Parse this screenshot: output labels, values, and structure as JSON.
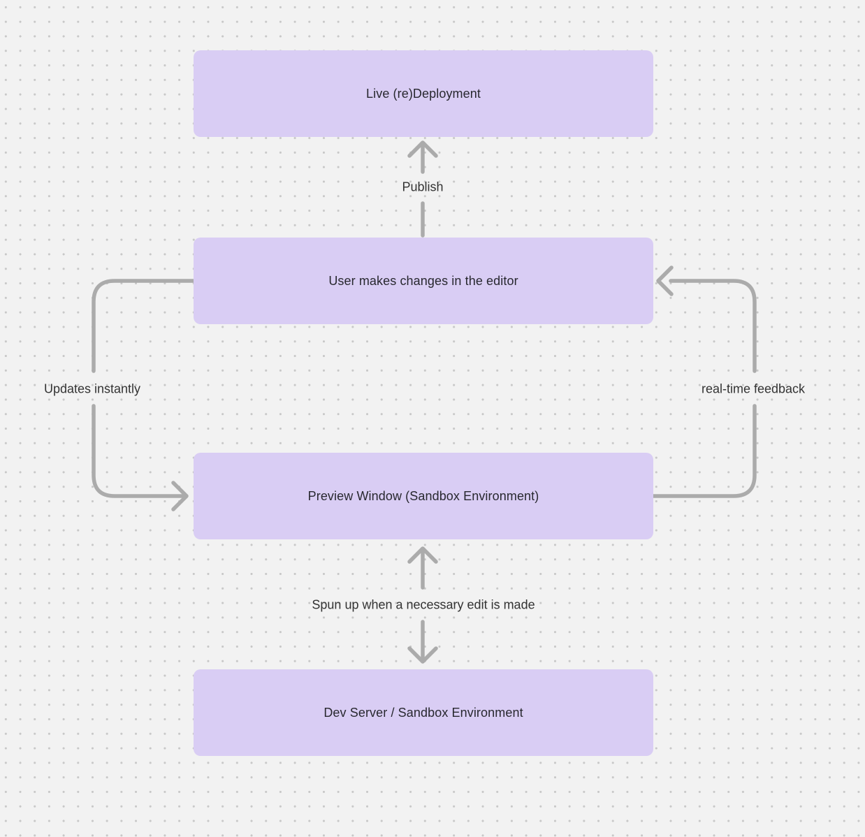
{
  "diagram": {
    "nodes": [
      {
        "id": "live-redeployment",
        "label": "Live (re)Deployment"
      },
      {
        "id": "user-editor",
        "label": "User makes changes in the editor"
      },
      {
        "id": "preview-window",
        "label": "Preview Window (Sandbox Environment)"
      },
      {
        "id": "dev-server",
        "label": "Dev Server / Sandbox Environment"
      }
    ],
    "edge_labels": {
      "publish": "Publish",
      "updates_instantly": "Updates instantly",
      "realtime_feedback": "real-time feedback",
      "spun_up": "Spun up when a necessary edit is made"
    },
    "edges": [
      {
        "from": "user-editor",
        "to": "live-redeployment",
        "label": "Publish",
        "direction": "up"
      },
      {
        "from": "user-editor",
        "to": "preview-window",
        "label": "Updates instantly",
        "direction": "left-loop"
      },
      {
        "from": "preview-window",
        "to": "user-editor",
        "label": "real-time feedback",
        "direction": "right-loop"
      },
      {
        "from": "dev-server",
        "to": "preview-window",
        "label": "Spun up when a necessary edit is made",
        "direction": "both"
      }
    ],
    "colors": {
      "background": "#f2f2f2",
      "grid_dot": "#c8c8c8",
      "node_fill": "#d9cdf4",
      "node_text": "#28282f",
      "label_text": "#333333",
      "connector": "#ababab"
    }
  }
}
